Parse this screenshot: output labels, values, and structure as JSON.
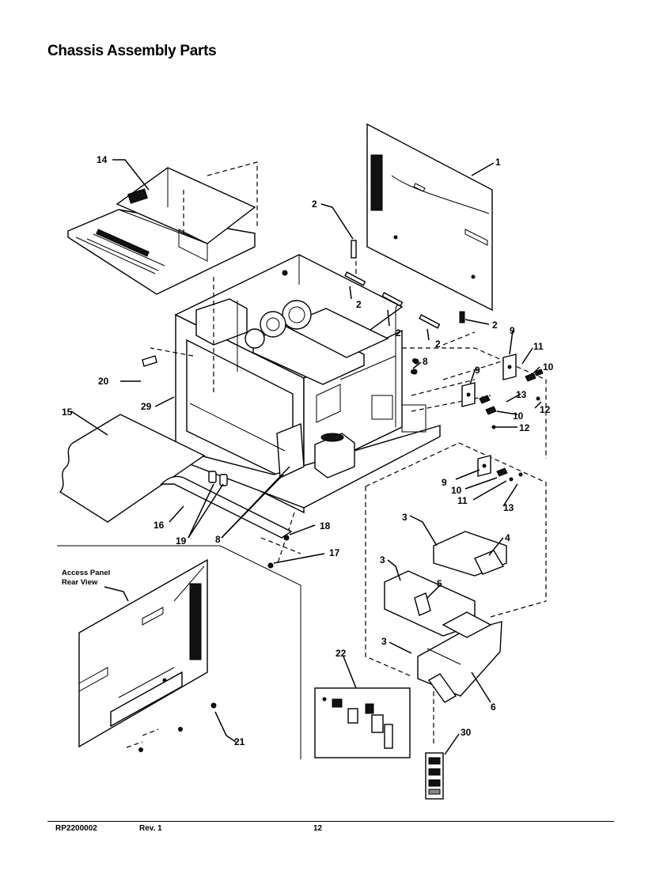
{
  "title": "Chassis Assembly Parts",
  "access_panel_note": [
    "Access Panel",
    "Rear View"
  ],
  "callouts": [
    {
      "id": "c1",
      "text": "1"
    },
    {
      "id": "c2a",
      "text": "2"
    },
    {
      "id": "c2b",
      "text": "2"
    },
    {
      "id": "c2c",
      "text": "2"
    },
    {
      "id": "c2d",
      "text": "2"
    },
    {
      "id": "c2e",
      "text": "2"
    },
    {
      "id": "c3a",
      "text": "3"
    },
    {
      "id": "c3b",
      "text": "3"
    },
    {
      "id": "c3c",
      "text": "3"
    },
    {
      "id": "c4",
      "text": "4"
    },
    {
      "id": "c5",
      "text": "5"
    },
    {
      "id": "c6",
      "text": "6"
    },
    {
      "id": "c8a",
      "text": "8"
    },
    {
      "id": "c8b",
      "text": "8"
    },
    {
      "id": "c9a",
      "text": "9"
    },
    {
      "id": "c9b",
      "text": "9"
    },
    {
      "id": "c9c",
      "text": "9"
    },
    {
      "id": "c10a",
      "text": "10"
    },
    {
      "id": "c10b",
      "text": "10"
    },
    {
      "id": "c10c",
      "text": "10"
    },
    {
      "id": "c11a",
      "text": "11"
    },
    {
      "id": "c11b",
      "text": "11"
    },
    {
      "id": "c12a",
      "text": "12"
    },
    {
      "id": "c12b",
      "text": "12"
    },
    {
      "id": "c13a",
      "text": "13"
    },
    {
      "id": "c13b",
      "text": "13"
    },
    {
      "id": "c14",
      "text": "14"
    },
    {
      "id": "c15",
      "text": "15"
    },
    {
      "id": "c16",
      "text": "16"
    },
    {
      "id": "c17",
      "text": "17"
    },
    {
      "id": "c18",
      "text": "18"
    },
    {
      "id": "c19",
      "text": "19"
    },
    {
      "id": "c20",
      "text": "20"
    },
    {
      "id": "c21",
      "text": "21"
    },
    {
      "id": "c22",
      "text": "22"
    },
    {
      "id": "c29",
      "text": "29"
    },
    {
      "id": "c30",
      "text": "30"
    }
  ],
  "footer": {
    "doc_number": "RP2200002",
    "revision": "Rev. 1",
    "page_number": "12"
  }
}
